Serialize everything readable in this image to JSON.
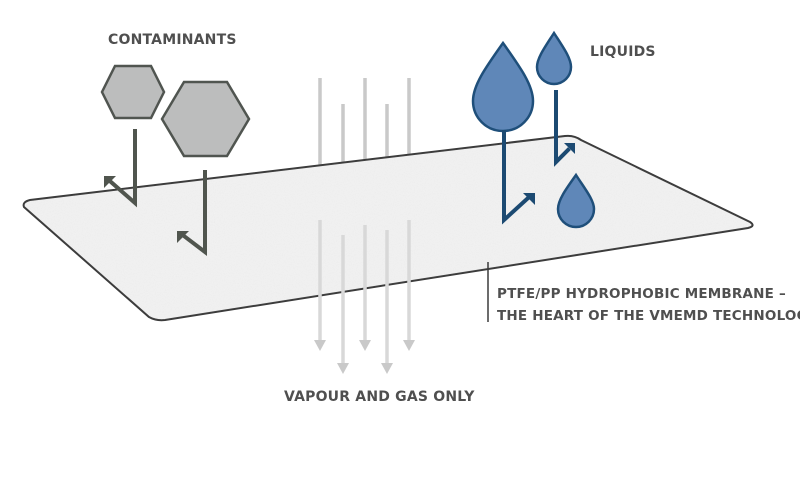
{
  "labels": {
    "contaminants": "CONTAMINANTS",
    "liquids": "LIQUIDS",
    "vapour": "VAPOUR AND GAS ONLY",
    "membrane_line1": "PTFE/PP HYDROPHOBIC MEMBRANE –",
    "membrane_line2": "THE HEART OF THE VMEMD TECHNOLOGY"
  },
  "colors": {
    "membrane_fill": "#f2f2f2",
    "membrane_stroke": "#3a3a3a",
    "contaminant_fill": "#bcbdbd",
    "contaminant_stroke": "#505550",
    "contaminant_arrow": "#50554e",
    "droplet_fill": "#5f87b8",
    "droplet_stroke": "#1f4f7a",
    "liquid_arrow": "#1c4a72",
    "vapour_arrow": "#c9c9c9",
    "text": "#4f4f4f"
  }
}
